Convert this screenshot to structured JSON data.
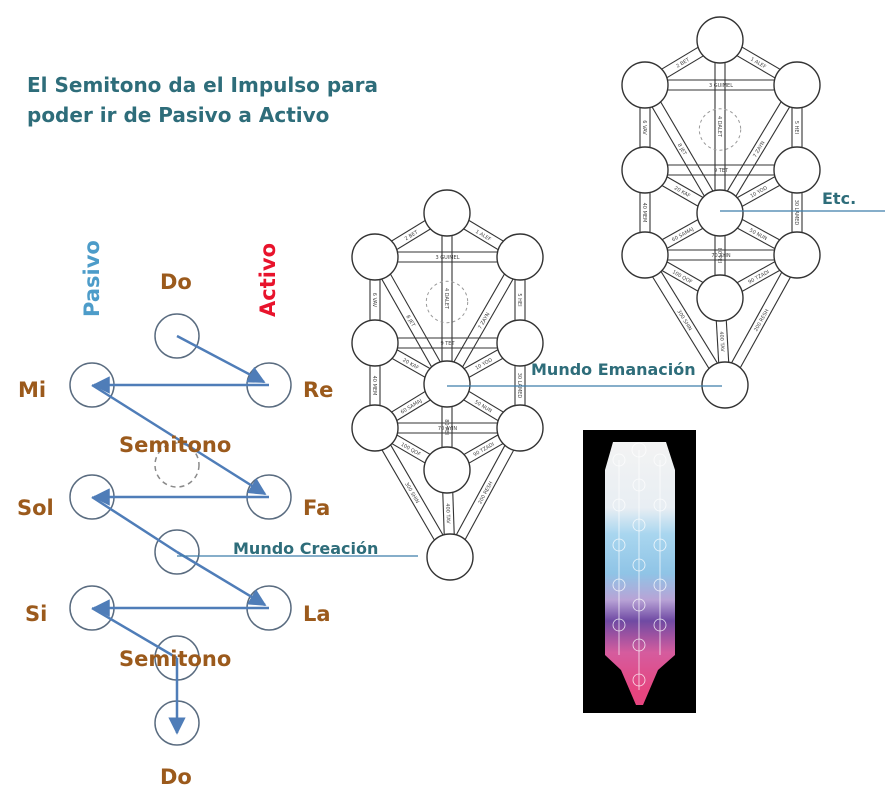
{
  "title": {
    "line1": "El Semitono da el Impulso para",
    "line2": "poder ir de Pasivo a Activo"
  },
  "scale": {
    "pasivo": "Pasivo",
    "activo": "Activo",
    "notes": {
      "do_top": "Do",
      "re": "Re",
      "mi": "Mi",
      "semitono_1": "Semitono",
      "fa": "Fa",
      "sol": "Sol",
      "la": "La",
      "si": "Si",
      "semitono_2": "Semitono",
      "do_bottom": "Do"
    }
  },
  "worlds": {
    "creacion": "Mundo Creación",
    "emanacion": "Mundo Emanación",
    "etc": "Etc."
  },
  "tree_labels": [
    "1 ALEF",
    "2 BET",
    "3 GUIMEL",
    "4 DALET",
    "5 HEI",
    "6 VAV",
    "7 ZAYN",
    "8 JET",
    "9 TET",
    "10 YOD",
    "20 KAF",
    "30 LAMED",
    "40 MEM",
    "50 NUN",
    "60 SAMAJ",
    "70 AYIN",
    "80 PEI",
    "90 TZADI",
    "100 QOF",
    "200 RESH",
    "300 SHIN",
    "400 TAV"
  ],
  "colors": {
    "title": "#2e6d7a",
    "note_labels": "#9b5a1c",
    "pasivo": "#4d9cc9",
    "activo": "#e8132c",
    "arrows": "#4f7db8",
    "world_lines": "#3f7eaa"
  }
}
